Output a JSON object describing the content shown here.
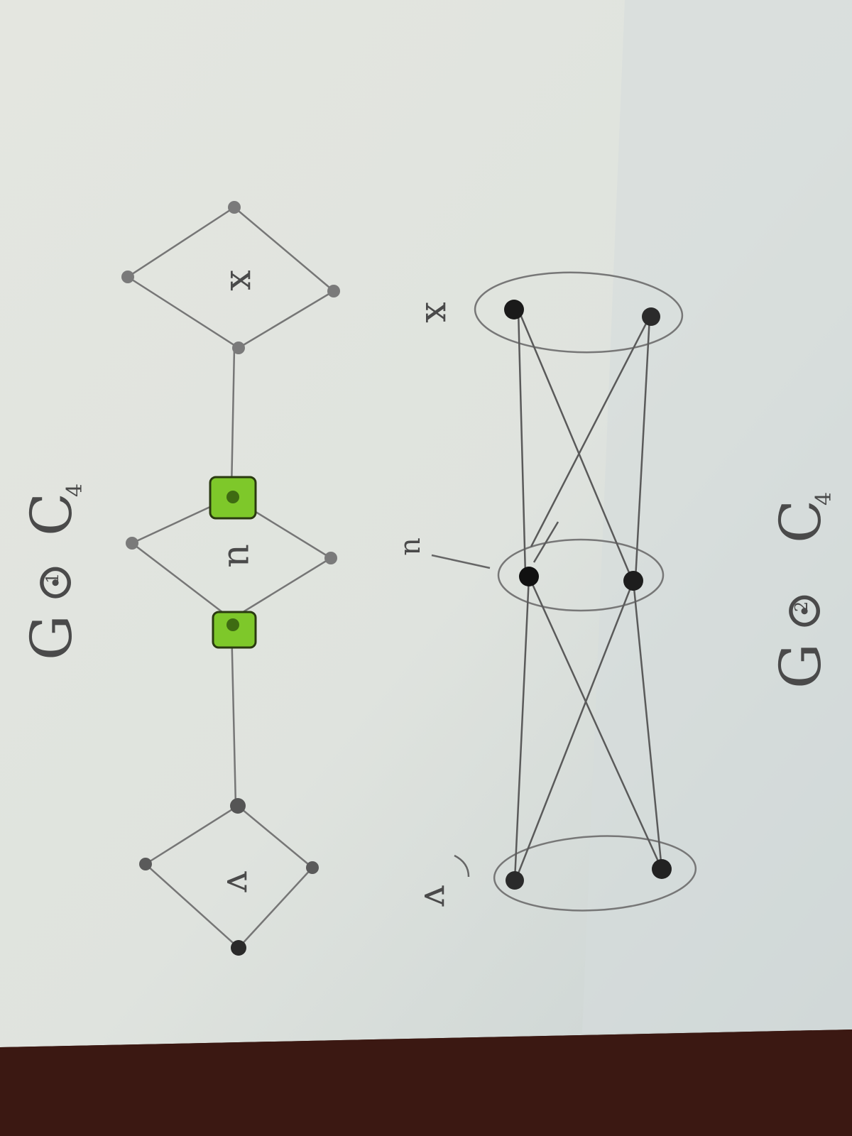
{
  "diagram": {
    "top_label": {
      "graph": "G",
      "operator": "⊙",
      "operator_subscript": "1",
      "factor": "C",
      "factor_subscript": "4"
    },
    "bottom_label": {
      "graph": "G",
      "operator": "⊙",
      "operator_subscript": "2",
      "factor": "C",
      "factor_subscript": "4"
    },
    "vertex_labels": {
      "x": "x",
      "u": "u",
      "v": "v"
    },
    "highlight_color": "#7ec82a",
    "ink_color": "#6b6b6b",
    "dark_vertex_color": "#1a1a1a"
  }
}
